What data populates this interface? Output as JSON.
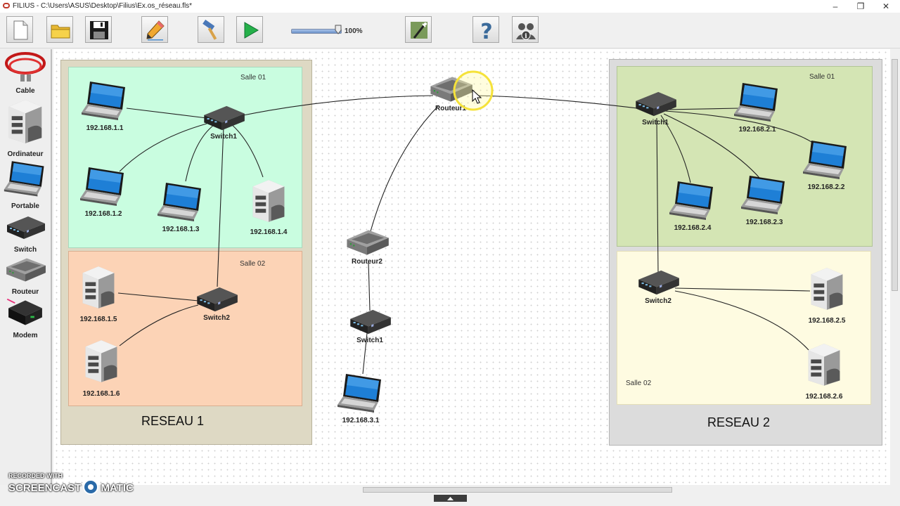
{
  "window": {
    "title": "FILIUS - C:\\Users\\ASUS\\Desktop\\Filius\\Ex.os_réseau.fls*",
    "minimize_glyph": "–",
    "maximize_glyph": "❐",
    "close_glyph": "✕"
  },
  "toolbar": {
    "zoom_label": "100%",
    "zoom_level_percent": 100,
    "buttons": [
      {
        "id": "new",
        "icon": "new-file-icon"
      },
      {
        "id": "open",
        "icon": "folder-icon"
      },
      {
        "id": "save",
        "icon": "floppy-disk-icon"
      },
      {
        "id": "design",
        "icon": "pencil-icon"
      },
      {
        "id": "build",
        "icon": "hammer-icon"
      },
      {
        "id": "simulate",
        "icon": "play-icon"
      },
      {
        "id": "wizard",
        "icon": "wand-icon"
      },
      {
        "id": "help",
        "icon": "question-icon"
      },
      {
        "id": "about",
        "icon": "users-info-icon"
      }
    ]
  },
  "palette": {
    "cable": "Cable",
    "computer": "Ordinateur",
    "laptop": "Portable",
    "switch": "Switch",
    "router": "Routeur",
    "modem": "Modem"
  },
  "network": {
    "reseau1": {
      "title": "RESEAU 1",
      "salle01": "Salle 01",
      "salle02": "Salle 02",
      "switch1": "Switch1",
      "switch2": "Switch2",
      "hosts": {
        "h1": "192.168.1.1",
        "h2": "192.168.1.2",
        "h3": "192.168.1.3",
        "h4": "192.168.1.4",
        "h5": "192.168.1.5",
        "h6": "192.168.1.6"
      }
    },
    "middle": {
      "router1": "Routeur1",
      "router2": "Routeur2",
      "switch1": "Switch1",
      "host": "192.168.3.1"
    },
    "reseau2": {
      "title": "RESEAU 2",
      "salle01": "Salle 01",
      "salle02": "Salle 02",
      "switch1": "Switch1",
      "switch2": "Switch2",
      "hosts": {
        "h1": "192.168.2.1",
        "h2": "192.168.2.2",
        "h3": "192.168.2.3",
        "h4": "192.168.2.4",
        "h5": "192.168.2.5",
        "h6": "192.168.2.6"
      }
    }
  },
  "watermark": {
    "line1": "RECORDED WITH",
    "line2": "SCREENCAST",
    "line3": "MATIC"
  }
}
